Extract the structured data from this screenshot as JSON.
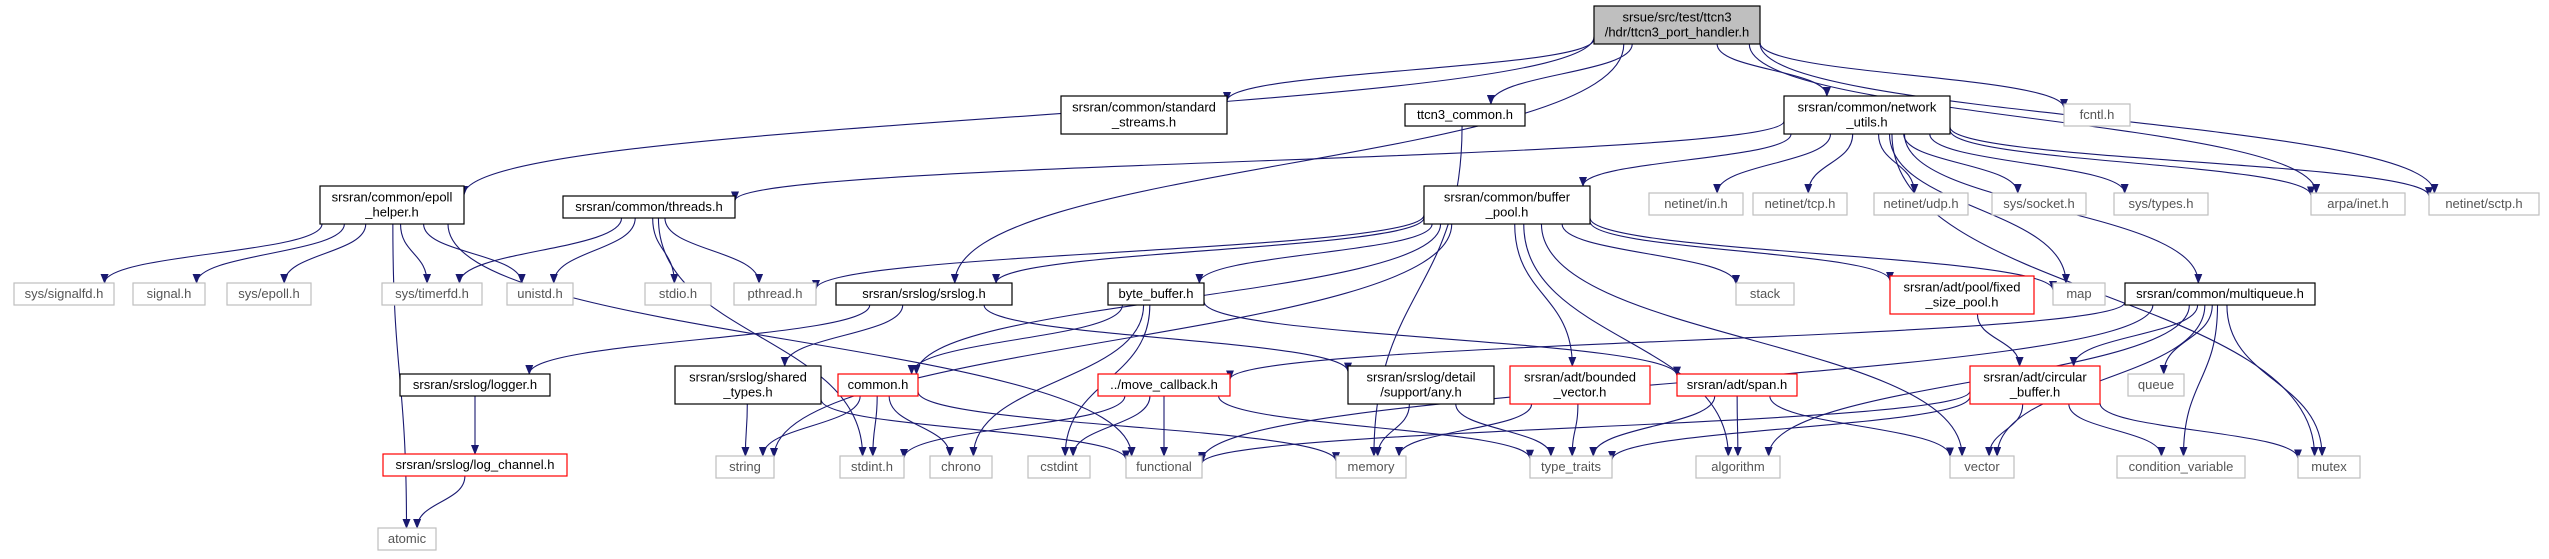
{
  "colors": {
    "edge": "#191970",
    "root_fill": "#bfbfbf",
    "documented_border": "#000000",
    "incomplete_border": "#ff0000",
    "external_border": "#bfbfbf",
    "text_external": "#555555",
    "text_normal": "#000000"
  },
  "nodes": [
    {
      "id": "root",
      "lines": [
        "srsue/src/test/ttcn3",
        "/hdr/ttcn3_port_handler.h"
      ],
      "kind": "root"
    },
    {
      "id": "epoll",
      "lines": [
        "srsran/common/epoll",
        "_helper.h"
      ],
      "kind": "doc"
    },
    {
      "id": "stdstreams",
      "lines": [
        "srsran/common/standard",
        "_streams.h"
      ],
      "kind": "doc"
    },
    {
      "id": "ttcn3common",
      "lines": [
        "ttcn3_common.h"
      ],
      "kind": "doc"
    },
    {
      "id": "netutils",
      "lines": [
        "srsran/common/network",
        "_utils.h"
      ],
      "kind": "doc"
    },
    {
      "id": "fcntl",
      "lines": [
        "fcntl.h"
      ],
      "kind": "ext"
    },
    {
      "id": "threads",
      "lines": [
        "srsran/common/threads.h"
      ],
      "kind": "doc"
    },
    {
      "id": "bufferpool",
      "lines": [
        "srsran/common/buffer",
        "_pool.h"
      ],
      "kind": "doc"
    },
    {
      "id": "netinet_in",
      "lines": [
        "netinet/in.h"
      ],
      "kind": "ext"
    },
    {
      "id": "netinet_tcp",
      "lines": [
        "netinet/tcp.h"
      ],
      "kind": "ext"
    },
    {
      "id": "netinet_udp",
      "lines": [
        "netinet/udp.h"
      ],
      "kind": "ext"
    },
    {
      "id": "sys_socket",
      "lines": [
        "sys/socket.h"
      ],
      "kind": "ext"
    },
    {
      "id": "sys_types",
      "lines": [
        "sys/types.h"
      ],
      "kind": "ext"
    },
    {
      "id": "arpa_inet",
      "lines": [
        "arpa/inet.h"
      ],
      "kind": "ext"
    },
    {
      "id": "netinet_sctp",
      "lines": [
        "netinet/sctp.h"
      ],
      "kind": "ext"
    },
    {
      "id": "sys_signalfd",
      "lines": [
        "sys/signalfd.h"
      ],
      "kind": "ext"
    },
    {
      "id": "signal",
      "lines": [
        "signal.h"
      ],
      "kind": "ext"
    },
    {
      "id": "sys_epoll",
      "lines": [
        "sys/epoll.h"
      ],
      "kind": "ext"
    },
    {
      "id": "sys_timerfd",
      "lines": [
        "sys/timerfd.h"
      ],
      "kind": "ext"
    },
    {
      "id": "unistd",
      "lines": [
        "unistd.h"
      ],
      "kind": "ext"
    },
    {
      "id": "stdio",
      "lines": [
        "stdio.h"
      ],
      "kind": "ext"
    },
    {
      "id": "pthread",
      "lines": [
        "pthread.h"
      ],
      "kind": "ext"
    },
    {
      "id": "srslog",
      "lines": [
        "srsran/srslog/srslog.h"
      ],
      "kind": "doc"
    },
    {
      "id": "bytebuffer",
      "lines": [
        "byte_buffer.h"
      ],
      "kind": "doc"
    },
    {
      "id": "stack",
      "lines": [
        "stack"
      ],
      "kind": "ext"
    },
    {
      "id": "fixedpool",
      "lines": [
        "srsran/adt/pool/fixed",
        "_size_pool.h"
      ],
      "kind": "incomplete"
    },
    {
      "id": "map",
      "lines": [
        "map"
      ],
      "kind": "ext"
    },
    {
      "id": "multiqueue",
      "lines": [
        "srsran/common/multiqueue.h"
      ],
      "kind": "doc"
    },
    {
      "id": "logger",
      "lines": [
        "srsran/srslog/logger.h"
      ],
      "kind": "doc"
    },
    {
      "id": "sharedtypes",
      "lines": [
        "srsran/srslog/shared",
        "_types.h"
      ],
      "kind": "doc"
    },
    {
      "id": "commonh",
      "lines": [
        "common.h"
      ],
      "kind": "incomplete"
    },
    {
      "id": "movecb",
      "lines": [
        "../move_callback.h"
      ],
      "kind": "incomplete"
    },
    {
      "id": "anyh",
      "lines": [
        "srsran/srslog/detail",
        "/support/any.h"
      ],
      "kind": "doc"
    },
    {
      "id": "boundedvec",
      "lines": [
        "srsran/adt/bounded",
        "_vector.h"
      ],
      "kind": "incomplete"
    },
    {
      "id": "span",
      "lines": [
        "srsran/adt/span.h"
      ],
      "kind": "incomplete"
    },
    {
      "id": "circbuf",
      "lines": [
        "srsran/adt/circular",
        "_buffer.h"
      ],
      "kind": "incomplete"
    },
    {
      "id": "queue",
      "lines": [
        "queue"
      ],
      "kind": "ext"
    },
    {
      "id": "logchannel",
      "lines": [
        "srsran/srslog/log_channel.h"
      ],
      "kind": "incomplete"
    },
    {
      "id": "atomic",
      "lines": [
        "atomic"
      ],
      "kind": "ext"
    },
    {
      "id": "string",
      "lines": [
        "string"
      ],
      "kind": "ext"
    },
    {
      "id": "stdint",
      "lines": [
        "stdint.h"
      ],
      "kind": "ext"
    },
    {
      "id": "chrono",
      "lines": [
        "chrono"
      ],
      "kind": "ext"
    },
    {
      "id": "cstdint",
      "lines": [
        "cstdint"
      ],
      "kind": "ext"
    },
    {
      "id": "functional",
      "lines": [
        "functional"
      ],
      "kind": "ext"
    },
    {
      "id": "memory",
      "lines": [
        "memory"
      ],
      "kind": "ext"
    },
    {
      "id": "typetraits",
      "lines": [
        "type_traits"
      ],
      "kind": "ext"
    },
    {
      "id": "algorithm",
      "lines": [
        "algorithm"
      ],
      "kind": "ext"
    },
    {
      "id": "vector",
      "lines": [
        "vector"
      ],
      "kind": "ext"
    },
    {
      "id": "condvar",
      "lines": [
        "condition_variable"
      ],
      "kind": "ext"
    },
    {
      "id": "mutex",
      "lines": [
        "mutex"
      ],
      "kind": "ext"
    }
  ],
  "edges": [
    [
      "root",
      "epoll"
    ],
    [
      "root",
      "stdstreams"
    ],
    [
      "root",
      "ttcn3common"
    ],
    [
      "root",
      "netutils"
    ],
    [
      "root",
      "fcntl"
    ],
    [
      "root",
      "srslog"
    ],
    [
      "root",
      "arpa_inet"
    ],
    [
      "root",
      "netinet_sctp"
    ],
    [
      "epoll",
      "sys_signalfd"
    ],
    [
      "epoll",
      "signal"
    ],
    [
      "epoll",
      "sys_epoll"
    ],
    [
      "epoll",
      "sys_timerfd"
    ],
    [
      "epoll",
      "unistd"
    ],
    [
      "epoll",
      "atomic"
    ],
    [
      "epoll",
      "functional"
    ],
    [
      "ttcn3common",
      "memory"
    ],
    [
      "netutils",
      "threads"
    ],
    [
      "netutils",
      "bufferpool"
    ],
    [
      "netutils",
      "netinet_in"
    ],
    [
      "netutils",
      "netinet_tcp"
    ],
    [
      "netutils",
      "netinet_udp"
    ],
    [
      "netutils",
      "sys_socket"
    ],
    [
      "netutils",
      "sys_types"
    ],
    [
      "netutils",
      "arpa_inet"
    ],
    [
      "netutils",
      "netinet_sctp"
    ],
    [
      "netutils",
      "map"
    ],
    [
      "netutils",
      "multiqueue"
    ],
    [
      "netutils",
      "mutex"
    ],
    [
      "threads",
      "sys_timerfd"
    ],
    [
      "threads",
      "unistd"
    ],
    [
      "threads",
      "stdio"
    ],
    [
      "threads",
      "pthread"
    ],
    [
      "threads",
      "stdint"
    ],
    [
      "bufferpool",
      "pthread"
    ],
    [
      "bufferpool",
      "srslog"
    ],
    [
      "bufferpool",
      "bytebuffer"
    ],
    [
      "bufferpool",
      "stack"
    ],
    [
      "bufferpool",
      "fixedpool"
    ],
    [
      "bufferpool",
      "map"
    ],
    [
      "bufferpool",
      "boundedvec"
    ],
    [
      "bufferpool",
      "algorithm"
    ],
    [
      "bufferpool",
      "vector"
    ],
    [
      "bufferpool",
      "string"
    ],
    [
      "bufferpool",
      "commonh"
    ],
    [
      "srslog",
      "logger"
    ],
    [
      "srslog",
      "sharedtypes"
    ],
    [
      "srslog",
      "anyh"
    ],
    [
      "bytebuffer",
      "commonh"
    ],
    [
      "bytebuffer",
      "span"
    ],
    [
      "bytebuffer",
      "chrono"
    ],
    [
      "bytebuffer",
      "cstdint"
    ],
    [
      "fixedpool",
      "circbuf"
    ],
    [
      "multiqueue",
      "movecb"
    ],
    [
      "multiqueue",
      "circbuf"
    ],
    [
      "multiqueue",
      "queue"
    ],
    [
      "multiqueue",
      "algorithm"
    ],
    [
      "multiqueue",
      "functional"
    ],
    [
      "multiqueue",
      "vector"
    ],
    [
      "multiqueue",
      "condvar"
    ],
    [
      "multiqueue",
      "mutex"
    ],
    [
      "logger",
      "logchannel"
    ],
    [
      "logchannel",
      "atomic"
    ],
    [
      "sharedtypes",
      "string"
    ],
    [
      "sharedtypes",
      "functional"
    ],
    [
      "commonh",
      "string"
    ],
    [
      "commonh",
      "stdint"
    ],
    [
      "commonh",
      "chrono"
    ],
    [
      "commonh",
      "memory"
    ],
    [
      "movecb",
      "stdint"
    ],
    [
      "movecb",
      "cstdint"
    ],
    [
      "movecb",
      "functional"
    ],
    [
      "movecb",
      "typetraits"
    ],
    [
      "anyh",
      "memory"
    ],
    [
      "anyh",
      "typetraits"
    ],
    [
      "boundedvec",
      "memory"
    ],
    [
      "boundedvec",
      "typetraits"
    ],
    [
      "span",
      "typetraits"
    ],
    [
      "span",
      "algorithm"
    ],
    [
      "span",
      "vector"
    ],
    [
      "circbuf",
      "functional"
    ],
    [
      "circbuf",
      "typetraits"
    ],
    [
      "circbuf",
      "vector"
    ],
    [
      "circbuf",
      "condvar"
    ],
    [
      "circbuf",
      "mutex"
    ]
  ]
}
